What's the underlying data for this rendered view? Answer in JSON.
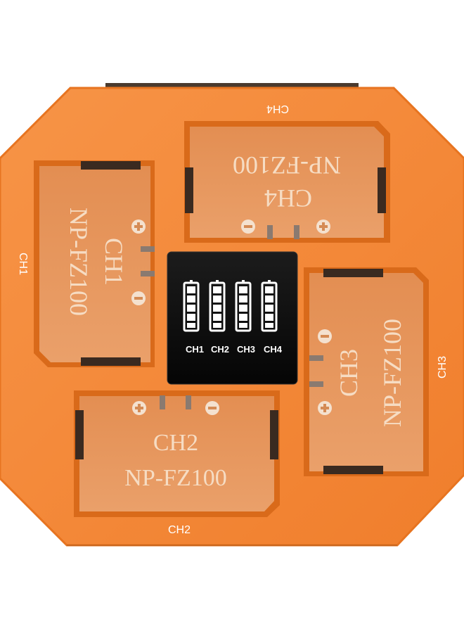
{
  "charger": {
    "body_color": "#f6893a",
    "body_dark": "#df6f20",
    "slot_color": "#e89a5e",
    "screen_color": "#111111",
    "battery_model": "NP-FZ100",
    "channels": [
      {
        "id": "CH1",
        "slot_label": "CH1",
        "edge_label": "CH1",
        "model": "NP-FZ100"
      },
      {
        "id": "CH2",
        "slot_label": "CH2",
        "edge_label": "CH2",
        "model": "NP-FZ100"
      },
      {
        "id": "CH3",
        "slot_label": "CH3",
        "edge_label": "CH3",
        "model": "NP-FZ100"
      },
      {
        "id": "CH4",
        "slot_label": "CH4",
        "edge_label": "CH4",
        "model": "NP-FZ100"
      }
    ],
    "display": {
      "icon": "battery-full-icon",
      "labels": [
        "CH1",
        "CH2",
        "CH3",
        "CH4"
      ]
    },
    "polarity": {
      "plus": "+",
      "minus": "−"
    }
  }
}
